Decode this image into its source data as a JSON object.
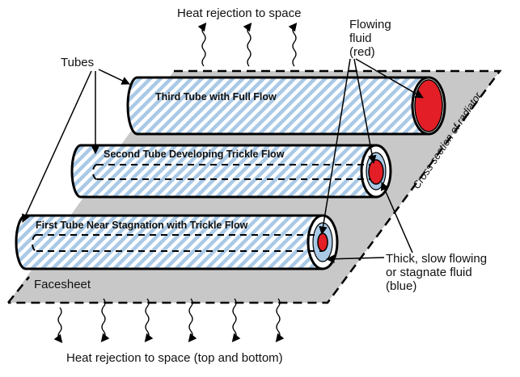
{
  "labels": {
    "heat_top": "Heat rejection to space",
    "heat_bottom": "Heat rejection to space (top and bottom)",
    "tubes": "Tubes",
    "flowing_fluid": [
      "Flowing",
      "fluid",
      "(red)"
    ],
    "stagnant_fluid": [
      "Thick, slow flowing",
      "or stagnate fluid",
      "(blue)"
    ],
    "cross_section": "Cross section of radiator",
    "facesheet": "Facesheet",
    "tube_third": "Third Tube with Full Flow",
    "tube_second": "Second Tube Developing Trickle Flow",
    "tube_first": "First Tube Near Stagnation with Trickle Flow"
  },
  "colors": {
    "flowing_fluid": "#e41e26",
    "stagnant_fluid": "#a9c9e6",
    "facesheet": "#c8c8c8",
    "outline": "#000000"
  },
  "icons": {
    "heat_wave": "wavy-arrow-icon"
  }
}
